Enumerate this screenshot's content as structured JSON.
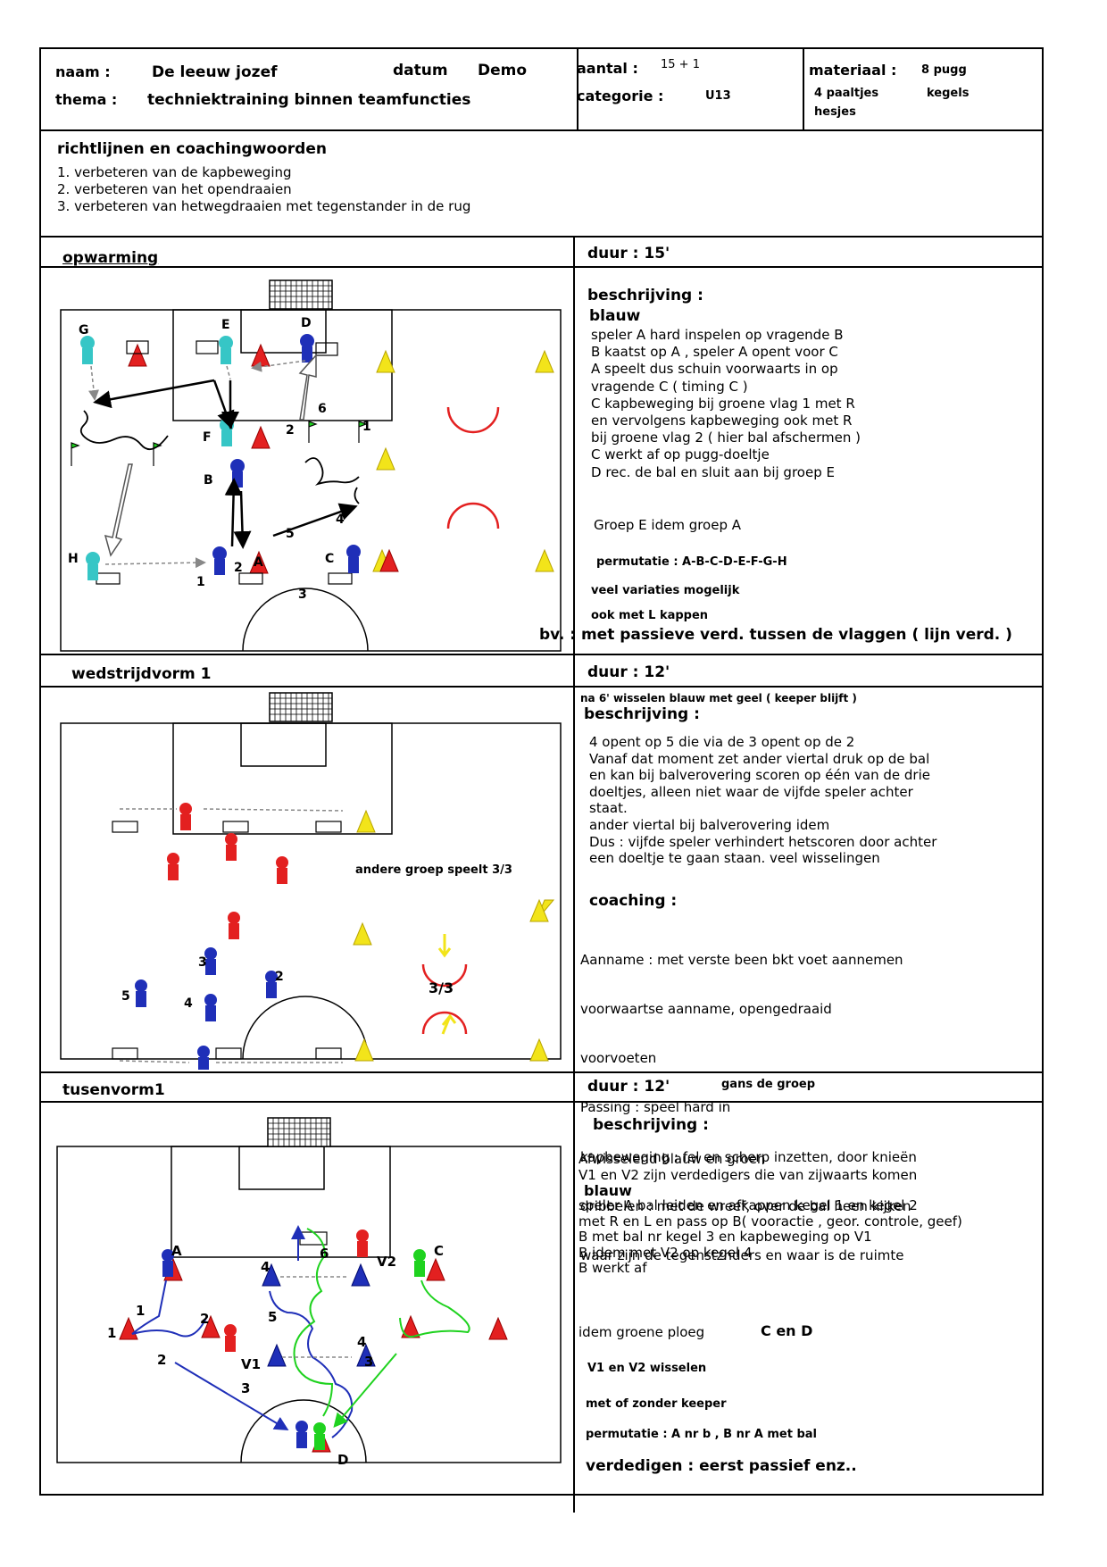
{
  "header": {
    "naam_label": "naam :",
    "naam": "De leeuw jozef",
    "datum_label": "datum",
    "datum": "Demo",
    "thema_label": "thema :",
    "thema": "techniektraining binnen teamfuncties",
    "aantal_label": "aantal :",
    "aantal": "15 + 1",
    "categorie_label": "categorie :",
    "categorie": "U13",
    "materiaal_label": "materiaal :",
    "materiaal_1": "8 pugg",
    "materiaal_2": "4 paaltjes",
    "materiaal_3": "kegels",
    "materiaal_4": "hesjes"
  },
  "guidelines": {
    "title": "richtlijnen en coachingwoorden",
    "items": [
      "1. verbeteren van de kapbeweging",
      "2. verbeteren van het opendraaien",
      "3. verbeteren van hetwegdraaien met tegenstander in de rug"
    ]
  },
  "section1": {
    "title": "opwarming",
    "duur": "duur : 15'",
    "beschrijving_label": "beschrijving :",
    "subtitle": "blauw",
    "lines": [
      "speler A hard inspelen op vragende B",
      "B kaatst op A , speler A opent voor C",
      "A speelt dus schuin voorwaarts in op",
      "vragende C ( timing C )",
      "C kapbeweging bij groene vlag 1 met R",
      "en vervolgens kapbeweging ook met R",
      "bij groene vlag 2 ( hier bal afschermen )",
      "C werkt af op pugg-doeltje",
      "D rec. de bal en sluit aan bij groep E"
    ],
    "groep": "Groep E idem groep A",
    "permutatie": "permutatie : A-B-C-D-E-F-G-H",
    "variaties": "veel variaties mogelijk",
    "kappen": "ook met L kappen",
    "bv": "bv. : met passieve verd. tussen de vlaggen ( lijn verd. )",
    "diagram_labels": [
      "G",
      "E",
      "D",
      "F",
      "B",
      "H",
      "A",
      "C",
      "1",
      "2",
      "3",
      "4",
      "5",
      "6",
      "1",
      "2"
    ]
  },
  "section2": {
    "title": "wedstrijdvorm 1",
    "duur": "duur : 12'",
    "note": "na 6' wisselen blauw met geel ( keeper blijft )",
    "beschrijving_label": "beschrijving :",
    "lines": [
      "4 opent op 5 die via de 3 opent op de 2",
      "Vanaf dat moment zet ander viertal druk op de bal",
      "en kan bij balverovering scoren op één van de drie",
      "doeltjes, alleen niet waar de vijfde speler achter",
      "staat.",
      "ander viertal bij balverovering idem",
      "Dus : vijfde speler verhindert hetscoren door achter",
      "een doeltje te gaan staan. veel wisselingen"
    ],
    "coaching_label": "coaching :",
    "coaching_lines": [
      "Aanname : met verste been bkt voet aannemen",
      "              voorwaartse aanname, opengedraaid",
      "              voorvoeten",
      "Passing : speel hard in",
      "kapbeweging : fel en scherp inzetten, door knieën",
      "dribbelen : met de wreef, over de bal heen kijken",
      "              waar zijn de tegenstznders en waar is de ruimte"
    ],
    "andere_groep": "andere groep speelt 3/3",
    "score_label": "3/3",
    "diagram_labels": [
      "3",
      "2",
      "5",
      "4"
    ]
  },
  "section3": {
    "title": "tusenvorm1",
    "duur": "duur : 12'",
    "note": "gans de groep",
    "beschrijving_label": "beschrijving :",
    "lines_a": [
      "Afwisselend blauw en groen",
      "V1 en V2 zijn verdedigers die van zijwaarts komen"
    ],
    "subtitle": "blauw",
    "lines_b": [
      "speler A bal leiden en afkappen kegel 1 en kegel 2",
      "met R en L en pass op B( vooractie , geor. controle, geef)",
      "B met bal nr kegel 3 en kapbeweging op V1",
      "B idem met V2 op kegel 4",
      "B werkt af"
    ],
    "groene": "idem groene ploeg",
    "c_en_d": "C en D",
    "wisselen": "V1 en V2 wisselen",
    "keeper": "met of zonder keeper",
    "permutatie": "permutatie : A nr b , B nr A met bal",
    "verdedigen": "verdedigen :  eerst passief enz..",
    "diagram_labels": [
      "A",
      "C",
      "1",
      "2",
      "2",
      "1",
      "3",
      "4",
      "5",
      "6",
      "V1",
      "V2",
      "3",
      "4",
      "D"
    ]
  },
  "colors": {
    "blue": "#1f2fb8",
    "red": "#e32020",
    "yellow": "#f2e41a",
    "green": "#1fd21f",
    "cyan": "#36c6c6"
  }
}
